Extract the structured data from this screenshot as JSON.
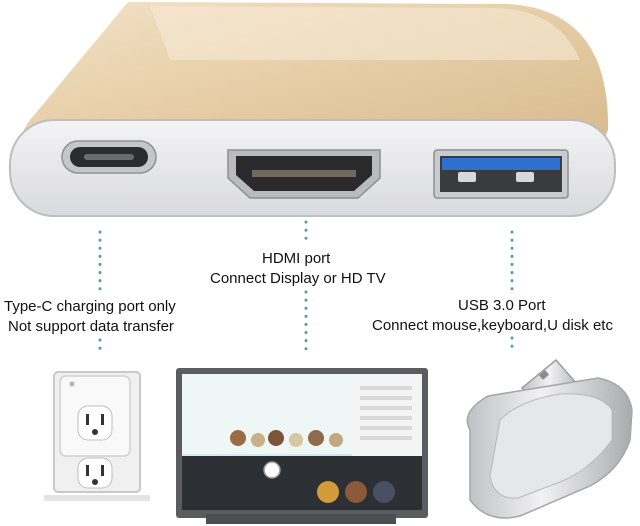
{
  "labels": {
    "hdmi_title": "HDMI port",
    "hdmi_desc": "Connect Display or HD TV",
    "typec_title": "Type-C charging port only",
    "typec_desc": "Not support data transfer",
    "usb_title": "USB 3.0 Port",
    "usb_desc": "Connect mouse,keyboard,U disk etc"
  },
  "colors": {
    "gold_body": "#e7cfa9",
    "silver_face": "#e6e7e9",
    "usb_blue": "#2f6fcf",
    "dot_teal": "#5c9e96",
    "tv_frame": "#5a5c60"
  }
}
